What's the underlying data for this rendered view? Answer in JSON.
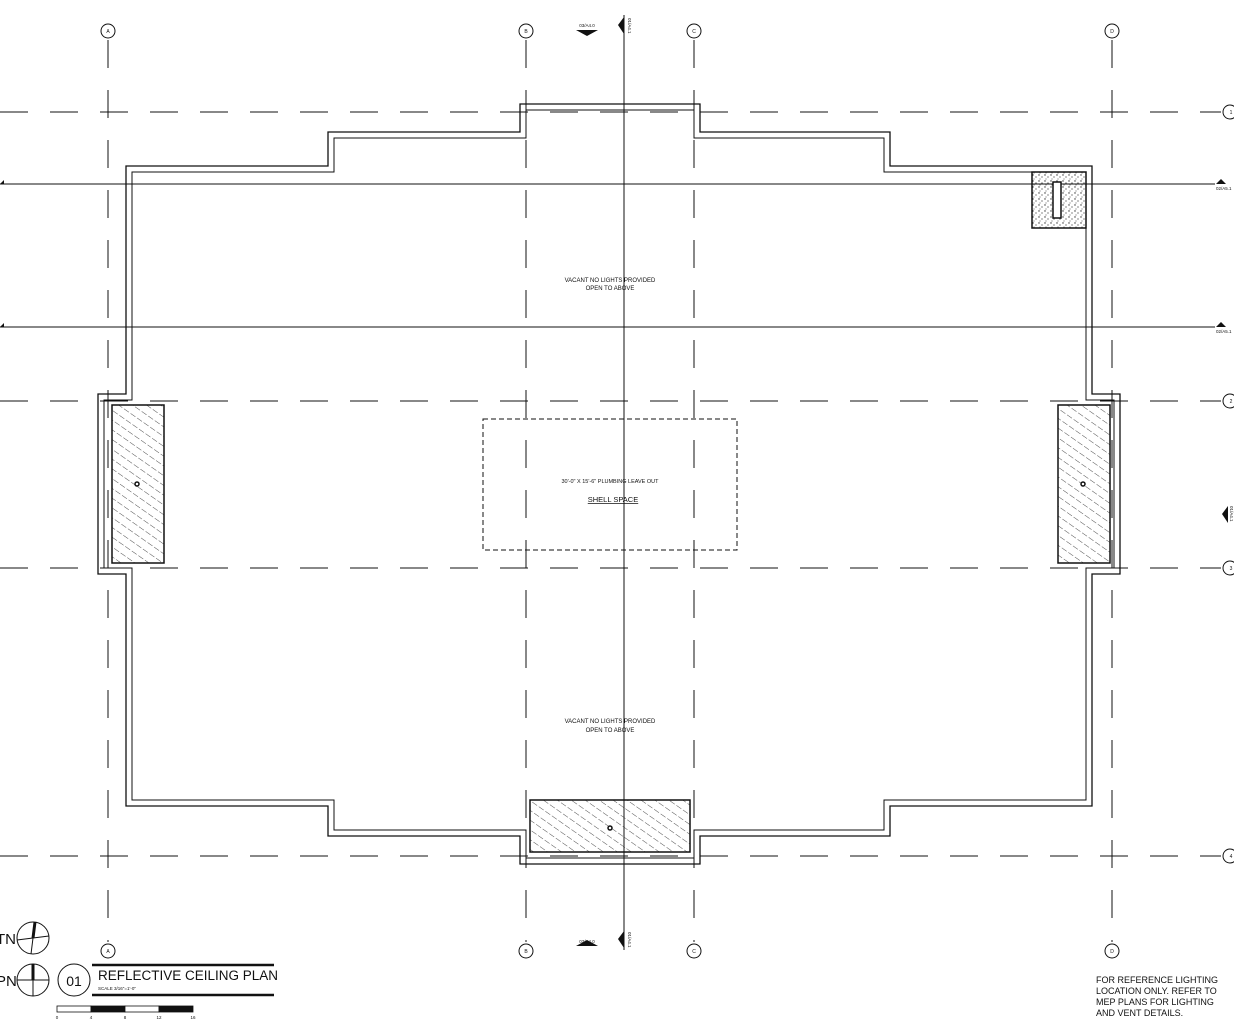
{
  "grid": {
    "columns": [
      "A",
      "B",
      "C",
      "D"
    ],
    "rows": [
      "1",
      "2",
      "3",
      "4"
    ]
  },
  "section_tags": {
    "top": "03/A4.0",
    "top_vertical": "01/A4.1",
    "bottom": "03/A4.0",
    "bottom_vertical": "01/A4.1",
    "right_upper": "02/A5.1",
    "right_lower": "02/A5.1",
    "right_vertical": "01/A4.1"
  },
  "notes": {
    "upper_line1": "VACANT NO LIGHTS PROVIDED",
    "upper_line2": "OPEN TO ABOVE",
    "lower_line1": "VACANT NO LIGHTS PROVIDED",
    "lower_line2": "OPEN TO ABOVE",
    "leave_out": "30'-0\" X 15'-6\" PLUMBING LEAVE OUT",
    "shell_space": "SHELL SPACE"
  },
  "north_arrows": {
    "true_north": "TN",
    "plan_north": "PN"
  },
  "title_block": {
    "number": "01",
    "title": "REFLECTIVE CEILING PLAN",
    "scale": "SCALE 3/16\"=1'-0\"",
    "scale_ticks": [
      "0",
      "4",
      "8",
      "12",
      "16"
    ]
  },
  "reference_note": [
    "FOR REFERENCE LIGHTING",
    "LOCATION  ONLY. REFER TO",
    "MEP PLANS FOR LIGHTING",
    "AND VENT DETAILS."
  ],
  "colors": {
    "line": "#111111",
    "background": "#ffffff"
  }
}
